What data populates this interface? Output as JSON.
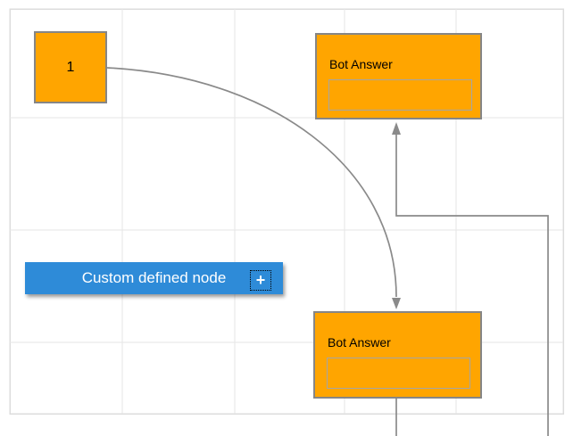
{
  "diagram": {
    "nodes": {
      "square": {
        "label": "1"
      },
      "bot_answer_top": {
        "title": "Bot Answer",
        "input_value": ""
      },
      "bot_answer_bottom": {
        "title": "Bot Answer",
        "input_value": ""
      },
      "custom": {
        "label": "Custom defined node",
        "add_button": "+"
      }
    },
    "connectors": [
      {
        "name": "bezier-connector",
        "from": "square",
        "to": "bot_answer_bottom",
        "type": "bezier"
      },
      {
        "name": "orthogonal-connector",
        "from": "bot_answer_bottom",
        "to": "bot_answer_top",
        "type": "orthogonal"
      }
    ]
  },
  "colors": {
    "node_orange": "#FFA500",
    "node_border": "#868686",
    "inner_rect_border": "#A5A5A5",
    "custom_blue": "#2E8BD8",
    "connector_gray": "#8A8A8A",
    "grid_line": "#E6E6E6",
    "page_border": "#DCDCDC",
    "text_dark": "#000000",
    "text_light": "#FFFFFF"
  }
}
